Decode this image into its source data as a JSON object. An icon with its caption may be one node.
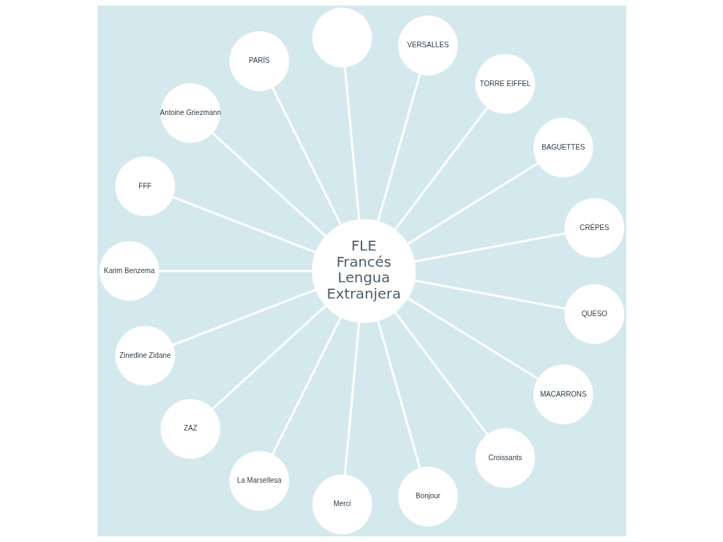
{
  "diagram": {
    "nodes": [
      {
        "text": [
          "FLE Francés Lengua Extranjera"
        ]
      },
      {
        "text": [
          "CRÈPES"
        ]
      },
      {
        "text": [
          "BAGUETTES"
        ]
      },
      {
        "text": [
          "TORRE EIFFEL"
        ]
      },
      {
        "text": [
          "VERSALLES"
        ]
      },
      {
        "text": [],
        "shape": "circle"
      },
      {
        "text": [
          "PARÍS"
        ]
      },
      {
        "text": [
          "Antoine Griezmann"
        ]
      },
      {
        "text": [
          "FFF"
        ]
      },
      {
        "text": [
          "Karim Benzema"
        ]
      },
      {
        "text": [
          "Zinedine Zidane"
        ]
      },
      {
        "text": [
          "ZAZ"
        ]
      },
      {
        "text": [
          "La Marsellesa"
        ]
      },
      {
        "text": [
          "Merci"
        ]
      },
      {
        "text": [
          "Bonjour"
        ]
      },
      {
        "text": [
          "Croissants"
        ]
      },
      {
        "text": [
          "MACARRONS"
        ]
      },
      {
        "text": [
          "QUESO"
        ]
      }
    ],
    "edges": [
      {
        "from": 0,
        "to": 1,
        "arrow": "none"
      },
      {
        "from": 0,
        "to": 2,
        "arrow": "none"
      },
      {
        "from": 0,
        "to": 3,
        "arrow": "none"
      },
      {
        "from": 0,
        "to": 4,
        "arrow": "none"
      },
      {
        "from": 0,
        "to": 5,
        "arrow": "none"
      },
      {
        "from": 0,
        "to": 6,
        "arrow": "none"
      },
      {
        "from": 0,
        "to": 7,
        "arrow": "none"
      },
      {
        "from": 0,
        "to": 8,
        "arrow": "none"
      },
      {
        "from": 0,
        "to": 9,
        "arrow": "none"
      },
      {
        "from": 0,
        "to": 10,
        "arrow": "none"
      },
      {
        "from": 0,
        "to": 11,
        "arrow": "none"
      },
      {
        "from": 0,
        "to": 12,
        "arrow": "none"
      },
      {
        "from": 0,
        "to": 13,
        "arrow": "none"
      },
      {
        "from": 0,
        "to": 14,
        "arrow": "none"
      },
      {
        "from": 0,
        "to": 15,
        "arrow": "none"
      },
      {
        "from": 0,
        "to": 16,
        "arrow": "none"
      },
      {
        "from": 0,
        "to": 17,
        "arrow": "none"
      }
    ]
  }
}
